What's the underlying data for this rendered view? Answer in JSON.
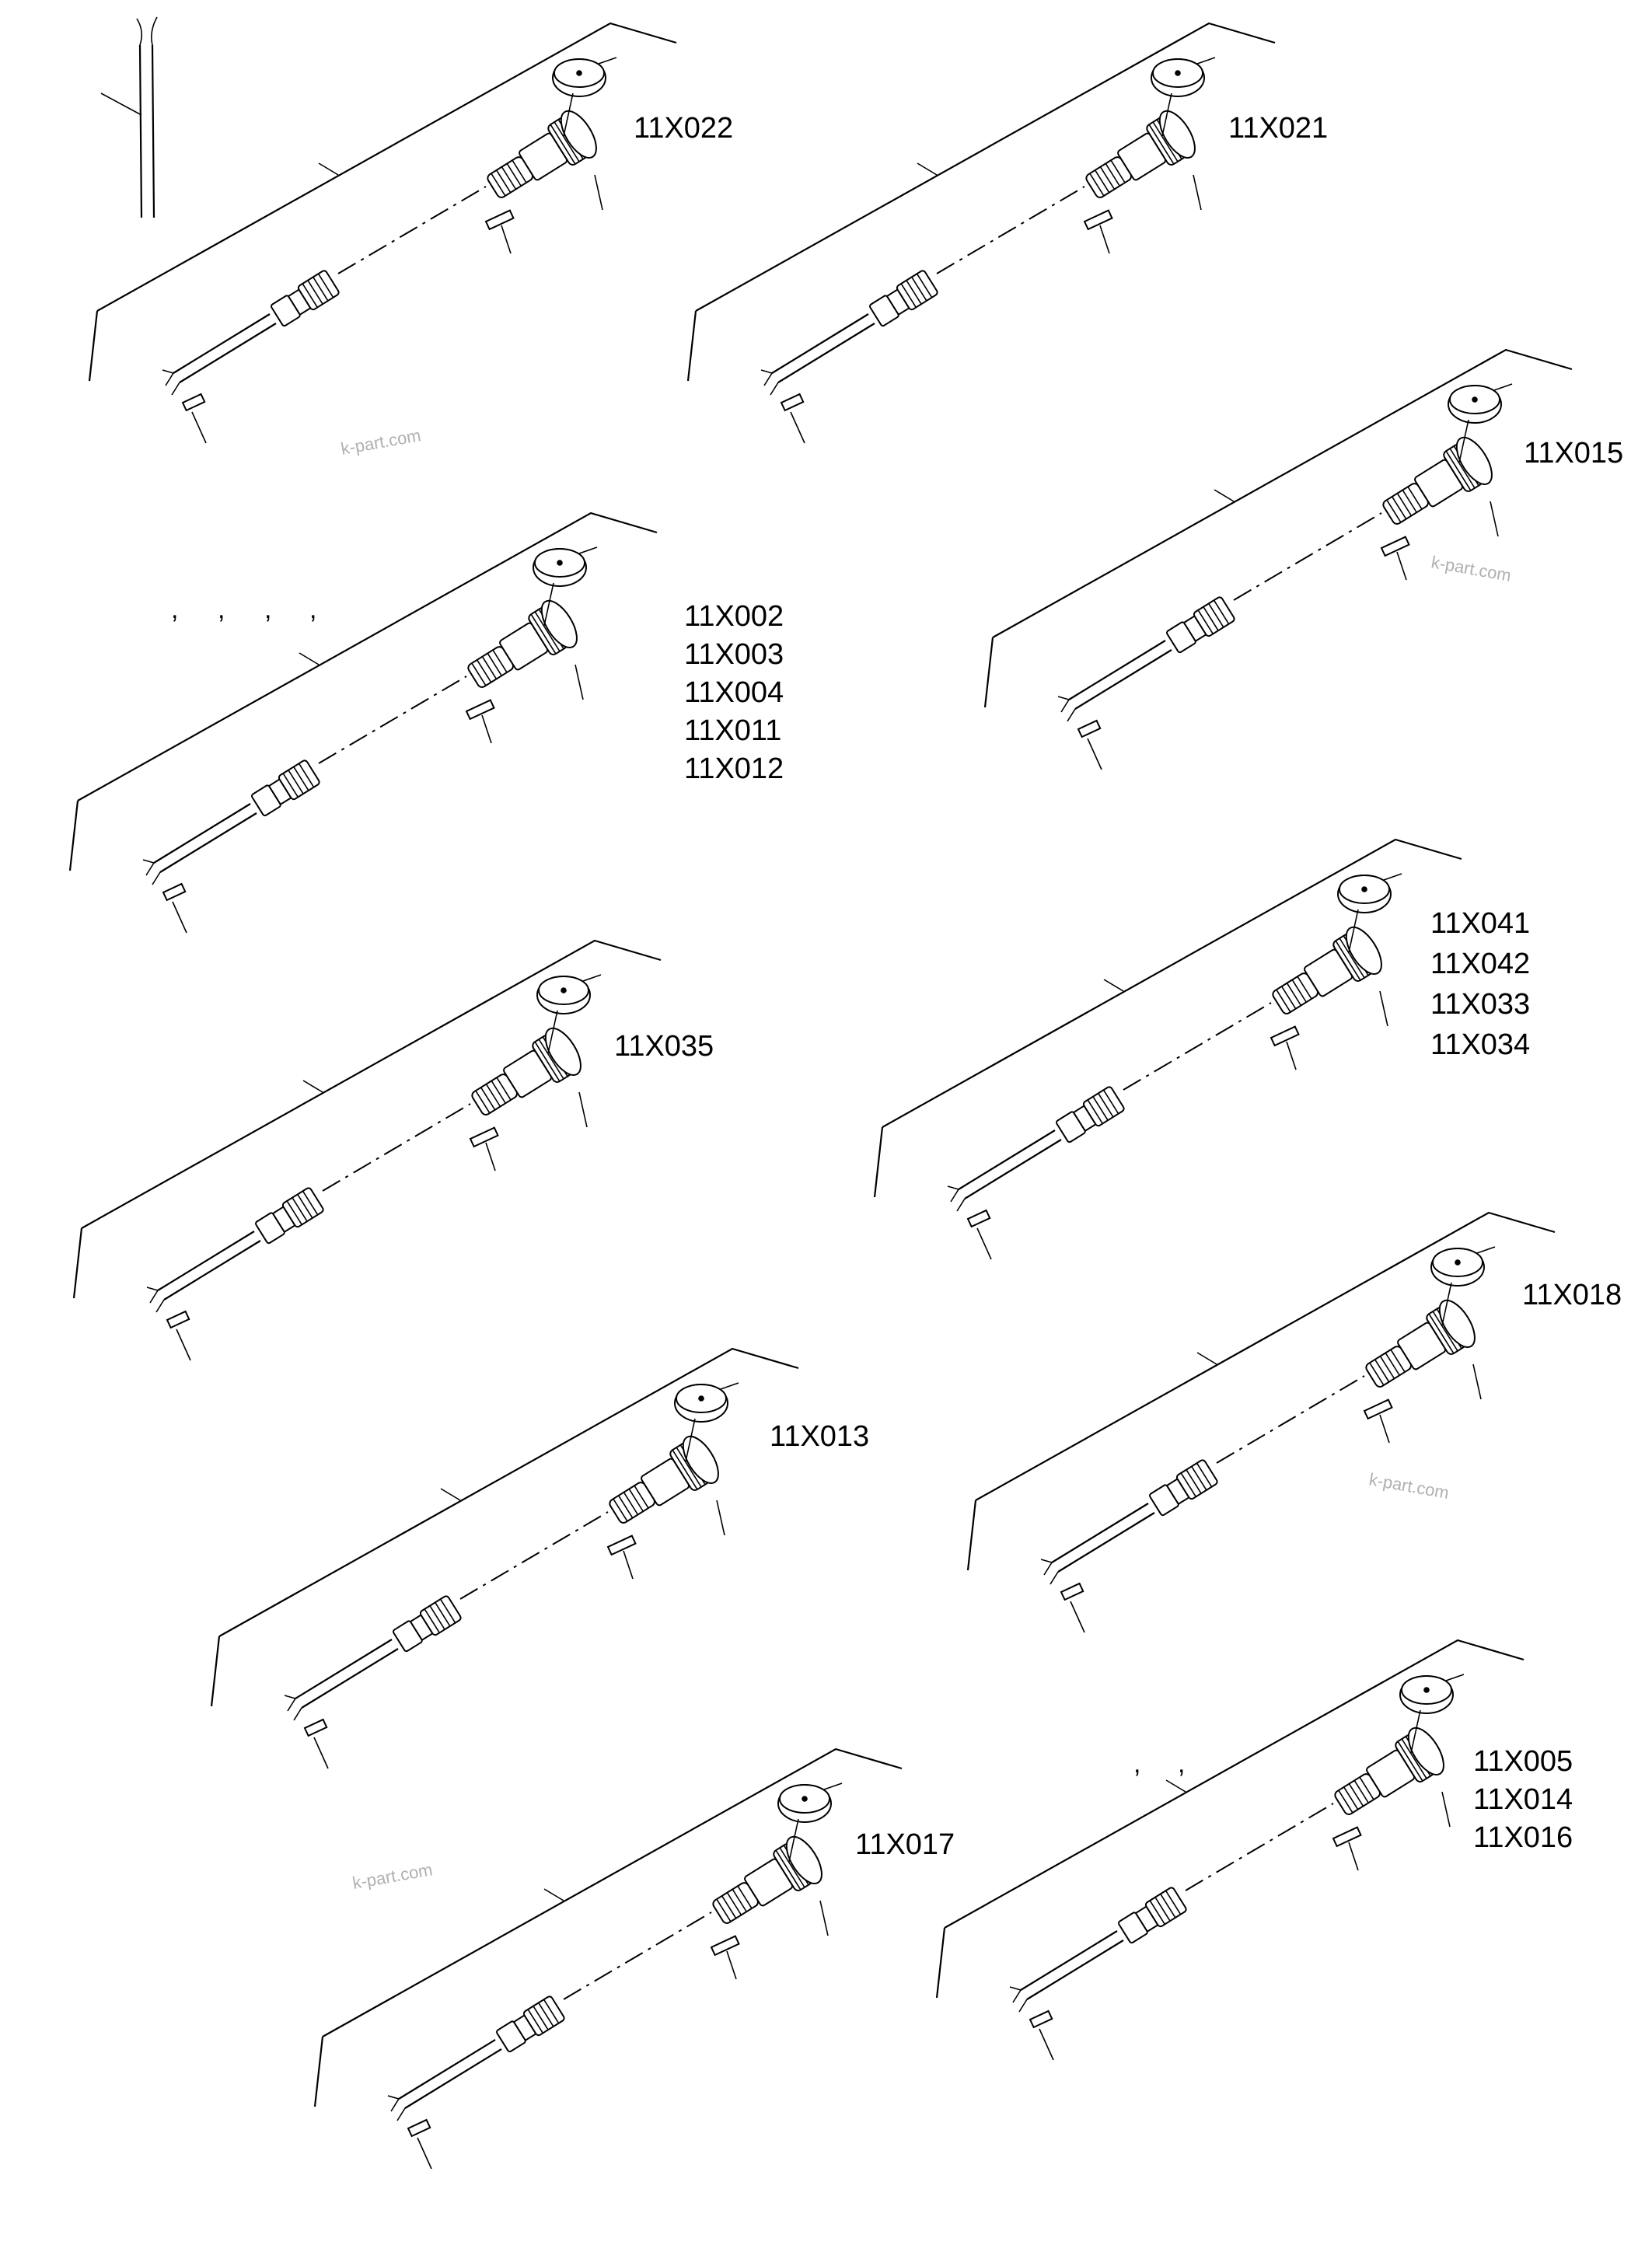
{
  "diagram": {
    "watermark": "k-part.com",
    "groups": [
      {
        "id": "g1",
        "labels": [
          "11X022"
        ]
      },
      {
        "id": "g2",
        "labels": [
          "11X021"
        ]
      },
      {
        "id": "g3",
        "labels": [
          "11X015"
        ]
      },
      {
        "id": "g4",
        "labels": [
          "11X002",
          "11X003",
          "11X004",
          "11X011",
          "11X012"
        ]
      },
      {
        "id": "g5",
        "labels": [
          "11X041",
          "11X042",
          "11X033",
          "11X034"
        ]
      },
      {
        "id": "g6",
        "labels": [
          "11X035"
        ]
      },
      {
        "id": "g7",
        "labels": [
          "11X018"
        ]
      },
      {
        "id": "g8",
        "labels": [
          "11X013"
        ]
      },
      {
        "id": "g9",
        "labels": [
          "11X017"
        ]
      },
      {
        "id": "g10",
        "labels": [
          "11X005",
          "11X014",
          "11X016"
        ]
      }
    ]
  }
}
